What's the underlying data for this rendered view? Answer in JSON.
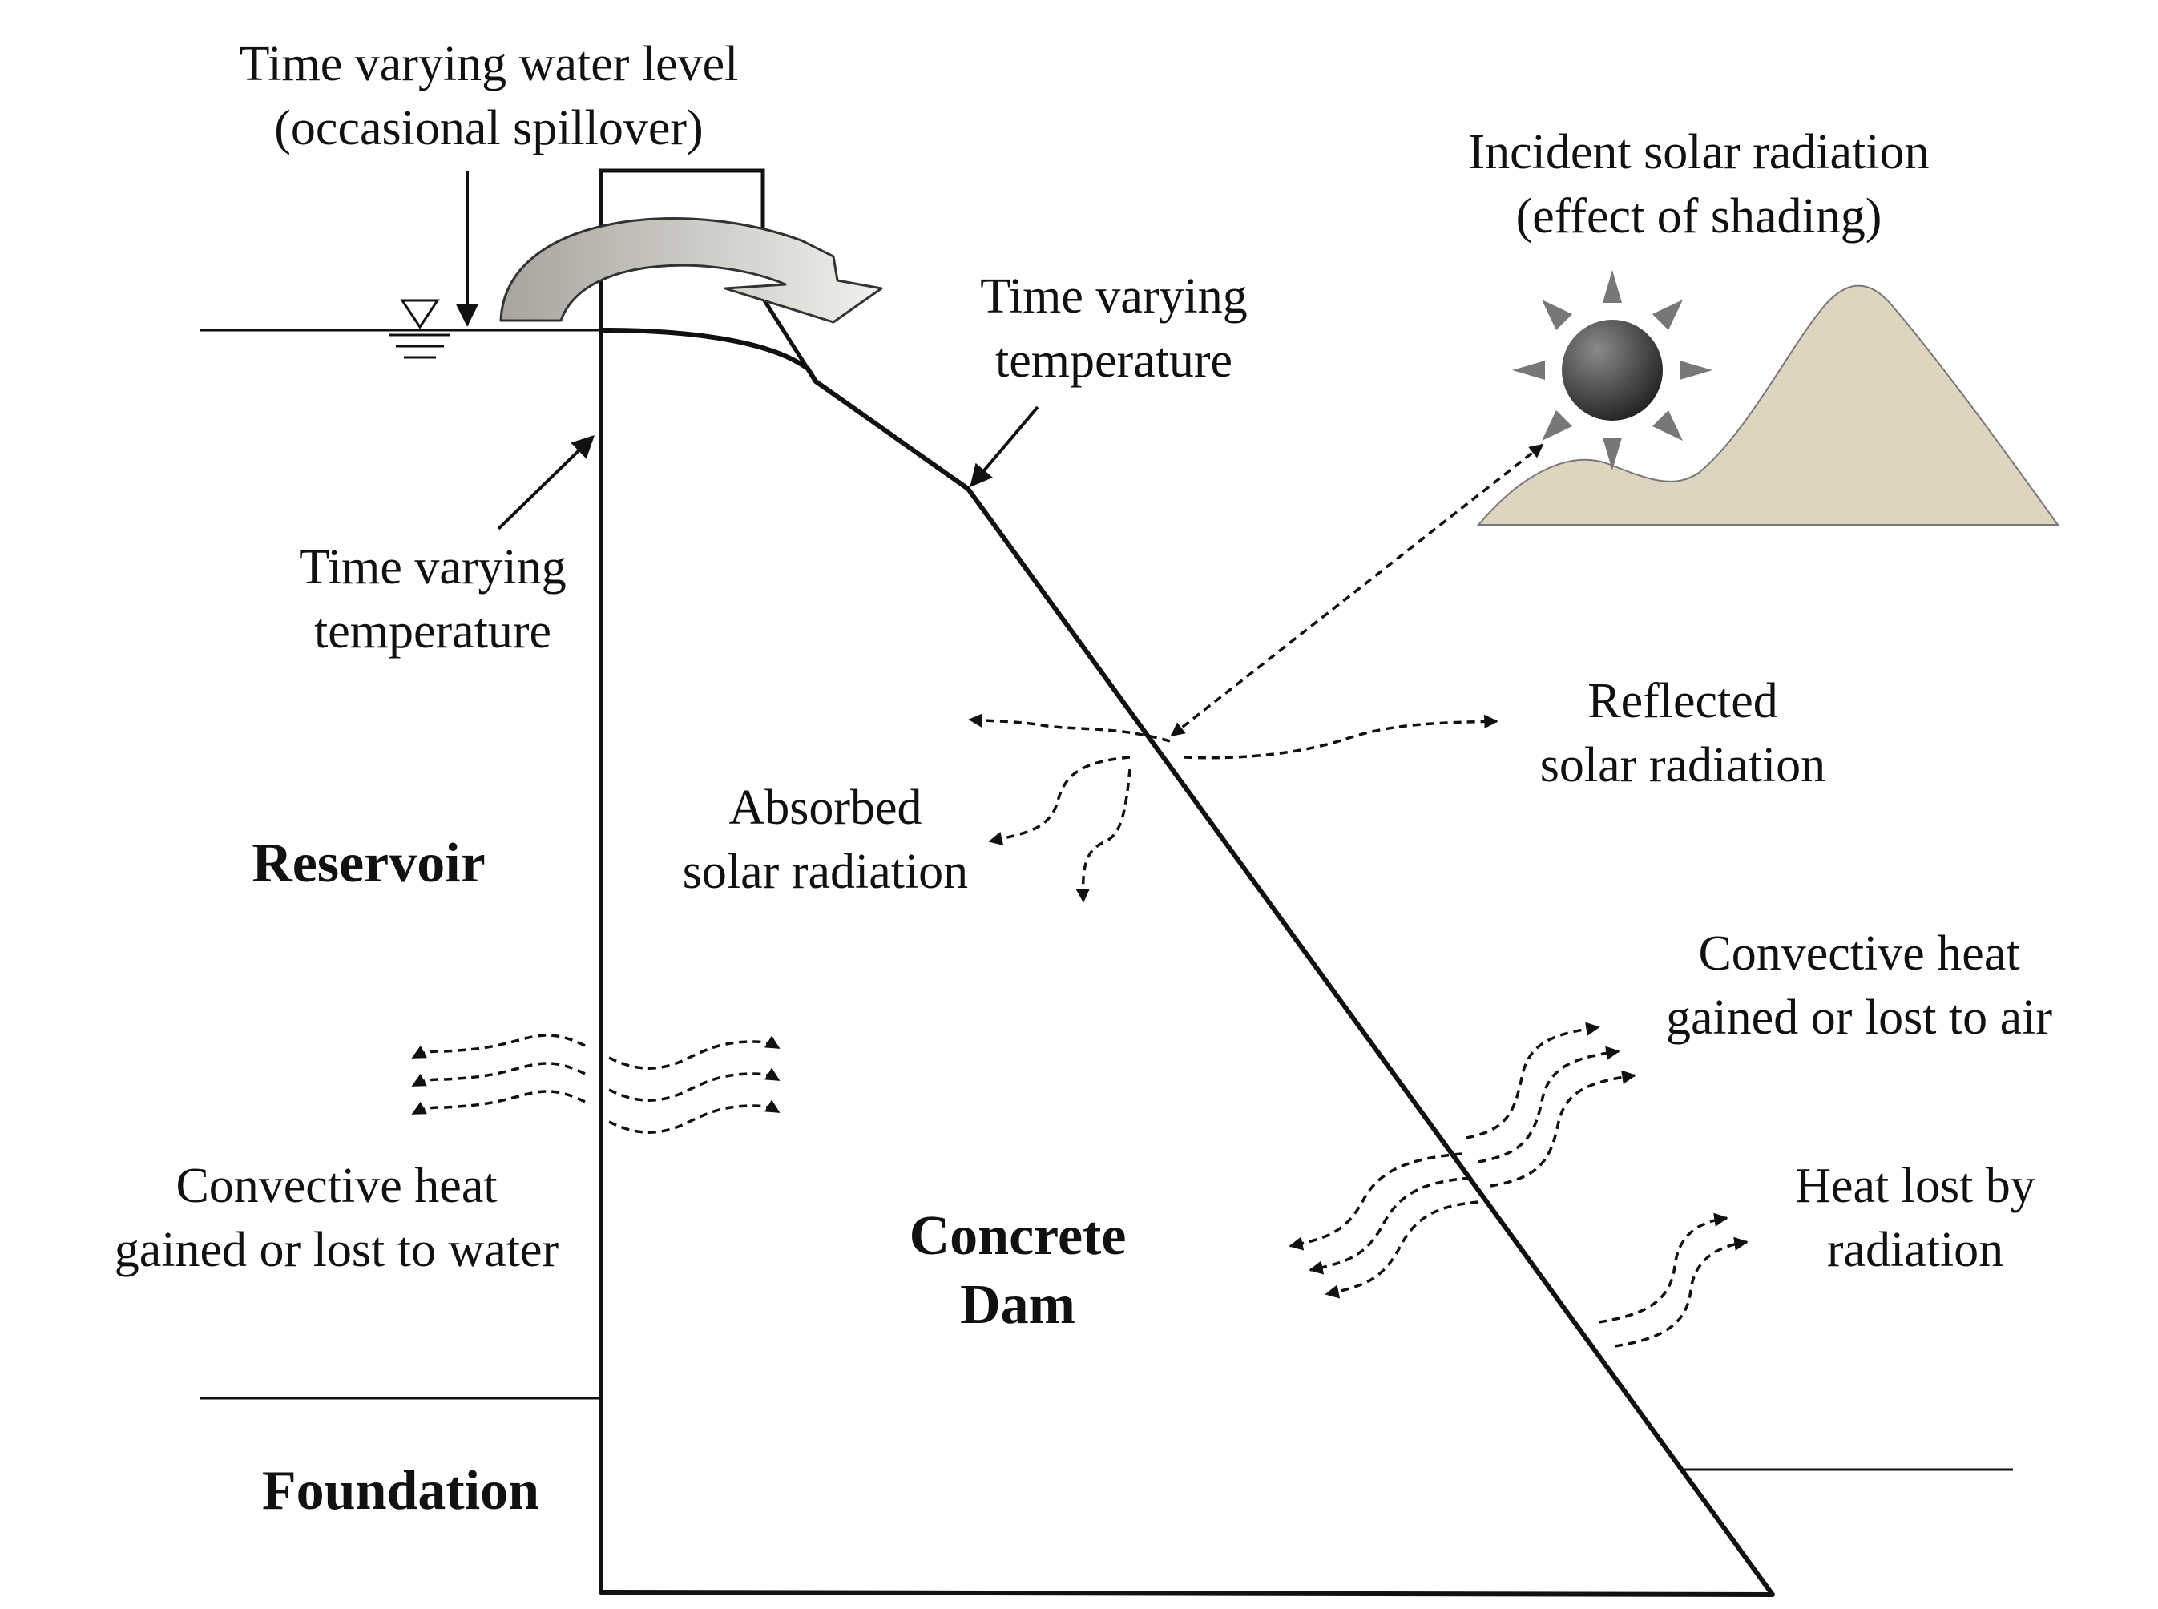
{
  "labels": {
    "water_level": [
      "Time varying water level",
      "(occasional spillover)"
    ],
    "solar_incident": [
      "Incident solar radiation",
      "(effect of shading)"
    ],
    "temp_crest": [
      "Time varying",
      "temperature"
    ],
    "temp_upstream": [
      "Time varying",
      "temperature"
    ],
    "reflected": [
      "Reflected",
      "solar radiation"
    ],
    "absorbed": [
      "Absorbed",
      "solar radiation"
    ],
    "reservoir": "Reservoir",
    "conv_air": [
      "Convective heat",
      "gained or lost to air"
    ],
    "heat_rad": [
      "Heat lost by",
      "radiation"
    ],
    "conv_water": [
      "Convective heat",
      "gained or lost to water"
    ],
    "dam": [
      "Concrete",
      "Dam"
    ],
    "foundation": "Foundation"
  },
  "colors": {
    "line": "#111111",
    "sun_light": "#8a8a8a",
    "sun_dark": "#2a2a2a",
    "ray": "#777777",
    "hill": "#ddd5c0",
    "spill_dark": "#a7a49e",
    "spill_light": "#ecebe4"
  },
  "icons": [
    "sun-icon",
    "hill-icon",
    "spillover-arrow-icon",
    "water-level-marker-icon"
  ]
}
